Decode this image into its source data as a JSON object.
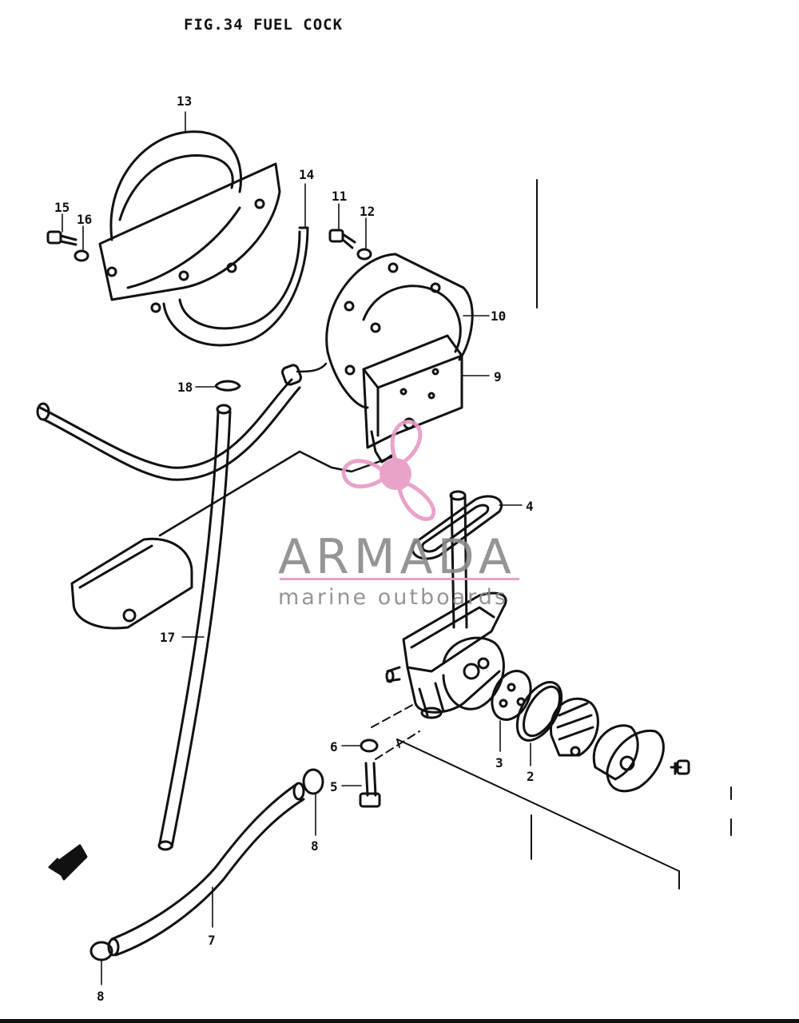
{
  "title": "FIG.34  FUEL COCK",
  "watermark": {
    "brand": "ARMADA",
    "tagline": "marine outboards",
    "logo_icon": "propeller-icon",
    "color": "#e79ac4"
  },
  "callouts": [
    "13",
    "14",
    "15",
    "16",
    "11",
    "12",
    "10",
    "9",
    "18",
    "4",
    "17",
    "6",
    "5",
    "8",
    "3",
    "2",
    "7",
    "8"
  ],
  "colors": {
    "ink": "#111111",
    "background": "#ffffff"
  }
}
